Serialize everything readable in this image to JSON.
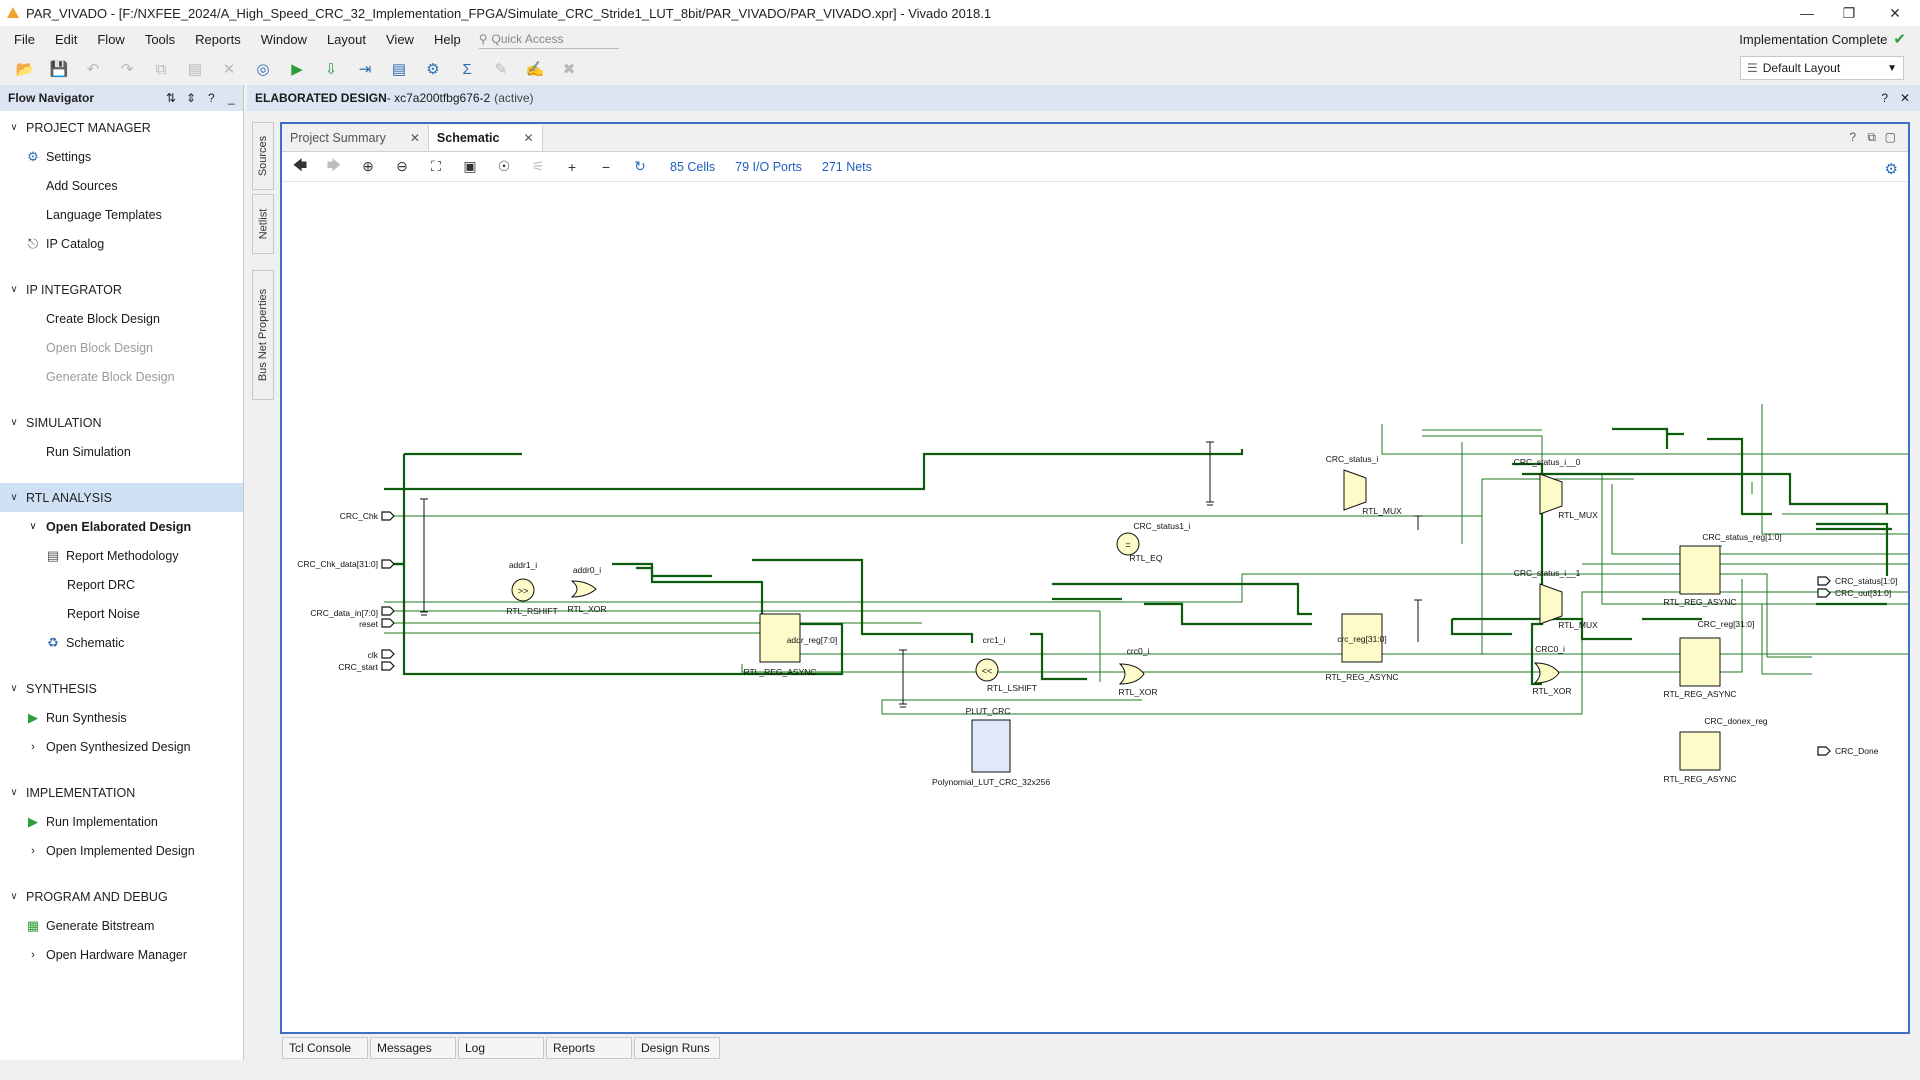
{
  "window": {
    "title": "PAR_VIVADO - [F:/NXFEE_2024/A_High_Speed_CRC_32_Implementation_FPGA/Simulate_CRC_Stride1_LUT_8bit/PAR_VIVADO/PAR_VIVADO.xpr] - Vivado 2018.1",
    "minimize": "—",
    "restore": "❐",
    "close": "✕"
  },
  "menu": [
    "File",
    "Edit",
    "Flow",
    "Tools",
    "Reports",
    "Window",
    "Layout",
    "View",
    "Help"
  ],
  "quick_access_placeholder": "Quick Access",
  "status": {
    "text": "Implementation Complete",
    "icon": "check-icon",
    "color": "#2e9e3a"
  },
  "layout_select": "Default Layout",
  "flow_navigator": {
    "title": "Flow Navigator",
    "sections": [
      {
        "label": "PROJECT MANAGER",
        "items": [
          {
            "label": "Settings",
            "icon": "gear-icon",
            "disabled": false
          },
          {
            "label": "Add Sources",
            "icon": "",
            "disabled": false
          },
          {
            "label": "Language Templates",
            "icon": "",
            "disabled": false
          },
          {
            "label": "IP Catalog",
            "icon": "plug-icon",
            "disabled": false
          }
        ]
      },
      {
        "label": "IP INTEGRATOR",
        "items": [
          {
            "label": "Create Block Design",
            "disabled": false
          },
          {
            "label": "Open Block Design",
            "disabled": true
          },
          {
            "label": "Generate Block Design",
            "disabled": true
          }
        ]
      },
      {
        "label": "SIMULATION",
        "items": [
          {
            "label": "Run Simulation",
            "disabled": false
          }
        ]
      },
      {
        "label": "RTL ANALYSIS",
        "active": true,
        "items": [
          {
            "label": "Open Elaborated Design",
            "bold": true
          },
          {
            "label": "Report Methodology",
            "icon": "report-icon"
          },
          {
            "label": "Report DRC"
          },
          {
            "label": "Report Noise"
          },
          {
            "label": "Schematic",
            "icon": "schematic-icon"
          }
        ]
      },
      {
        "label": "SYNTHESIS",
        "items": [
          {
            "label": "Run Synthesis",
            "icon": "play-icon"
          },
          {
            "label": "Open Synthesized Design"
          }
        ]
      },
      {
        "label": "IMPLEMENTATION",
        "items": [
          {
            "label": "Run Implementation",
            "icon": "play-icon"
          },
          {
            "label": "Open Implemented Design"
          }
        ]
      },
      {
        "label": "PROGRAM AND DEBUG",
        "items": [
          {
            "label": "Generate Bitstream",
            "icon": "bitstream-icon"
          },
          {
            "label": "Open Hardware Manager"
          }
        ]
      }
    ]
  },
  "design_header": {
    "title": "ELABORATED DESIGN",
    "part": " - xc7a200tfbg676-2",
    "state": "(active)"
  },
  "side_tabs": [
    "Sources",
    "Netlist",
    "Bus Net Properties"
  ],
  "editor_tabs": [
    "Project Summary",
    "Schematic"
  ],
  "schematic_stats": {
    "cells": "85 Cells",
    "ports": "79 I/O Ports",
    "nets": "271 Nets"
  },
  "schematic": {
    "inputs": [
      "CRC_Chk",
      "CRC_Chk_data[31:0]",
      "CRC_data_in[7:0]",
      "reset",
      "clk",
      "CRC_start"
    ],
    "outputs": [
      "CRC_status[1:0]",
      "CRC_out[31:0]",
      "CRC_Done"
    ],
    "cells": {
      "addr1": {
        "name": "addr1_i",
        "type": "RTL_RSHIFT"
      },
      "addr0": {
        "name": "addr0_i",
        "type": "RTL_XOR"
      },
      "addr_reg": {
        "name": "addr_reg[7:0]",
        "type": "RTL_REG_ASYNC"
      },
      "crc1": {
        "name": "crc1_i",
        "type": "RTL_LSHIFT"
      },
      "crc0": {
        "name": "crc0_i",
        "type": "RTL_XOR"
      },
      "plut": {
        "name": "PLUT_CRC",
        "type": "Polynomial_LUT_CRC_32x256"
      },
      "crc_reg": {
        "name": "crc_reg[31:0]",
        "type": "RTL_REG_ASYNC"
      },
      "crcd0": {
        "name": "CRC0_i",
        "type": "RTL_XOR"
      },
      "status1": {
        "name": "CRC_status1_i",
        "type": "RTL_EQ"
      },
      "status_i": {
        "name": "CRC_status_i",
        "type": "RTL_MUX"
      },
      "status_i0": {
        "name": "CRC_status_i__0",
        "type": "RTL_MUX"
      },
      "status_i1": {
        "name": "CRC_status_i__1",
        "type": "RTL_MUX"
      },
      "status_reg": {
        "name": "CRC_status_reg[1:0]",
        "type": "RTL_REG_ASYNC"
      },
      "CRC_reg": {
        "name": "CRC_reg[31:0]",
        "type": "RTL_REG_ASYNC"
      },
      "donex": {
        "name": "CRC_donex_reg",
        "type": "RTL_REG_ASYNC"
      }
    }
  },
  "bottom_tabs": [
    "Tcl Console",
    "Messages",
    "Log",
    "Reports",
    "Design Runs"
  ]
}
